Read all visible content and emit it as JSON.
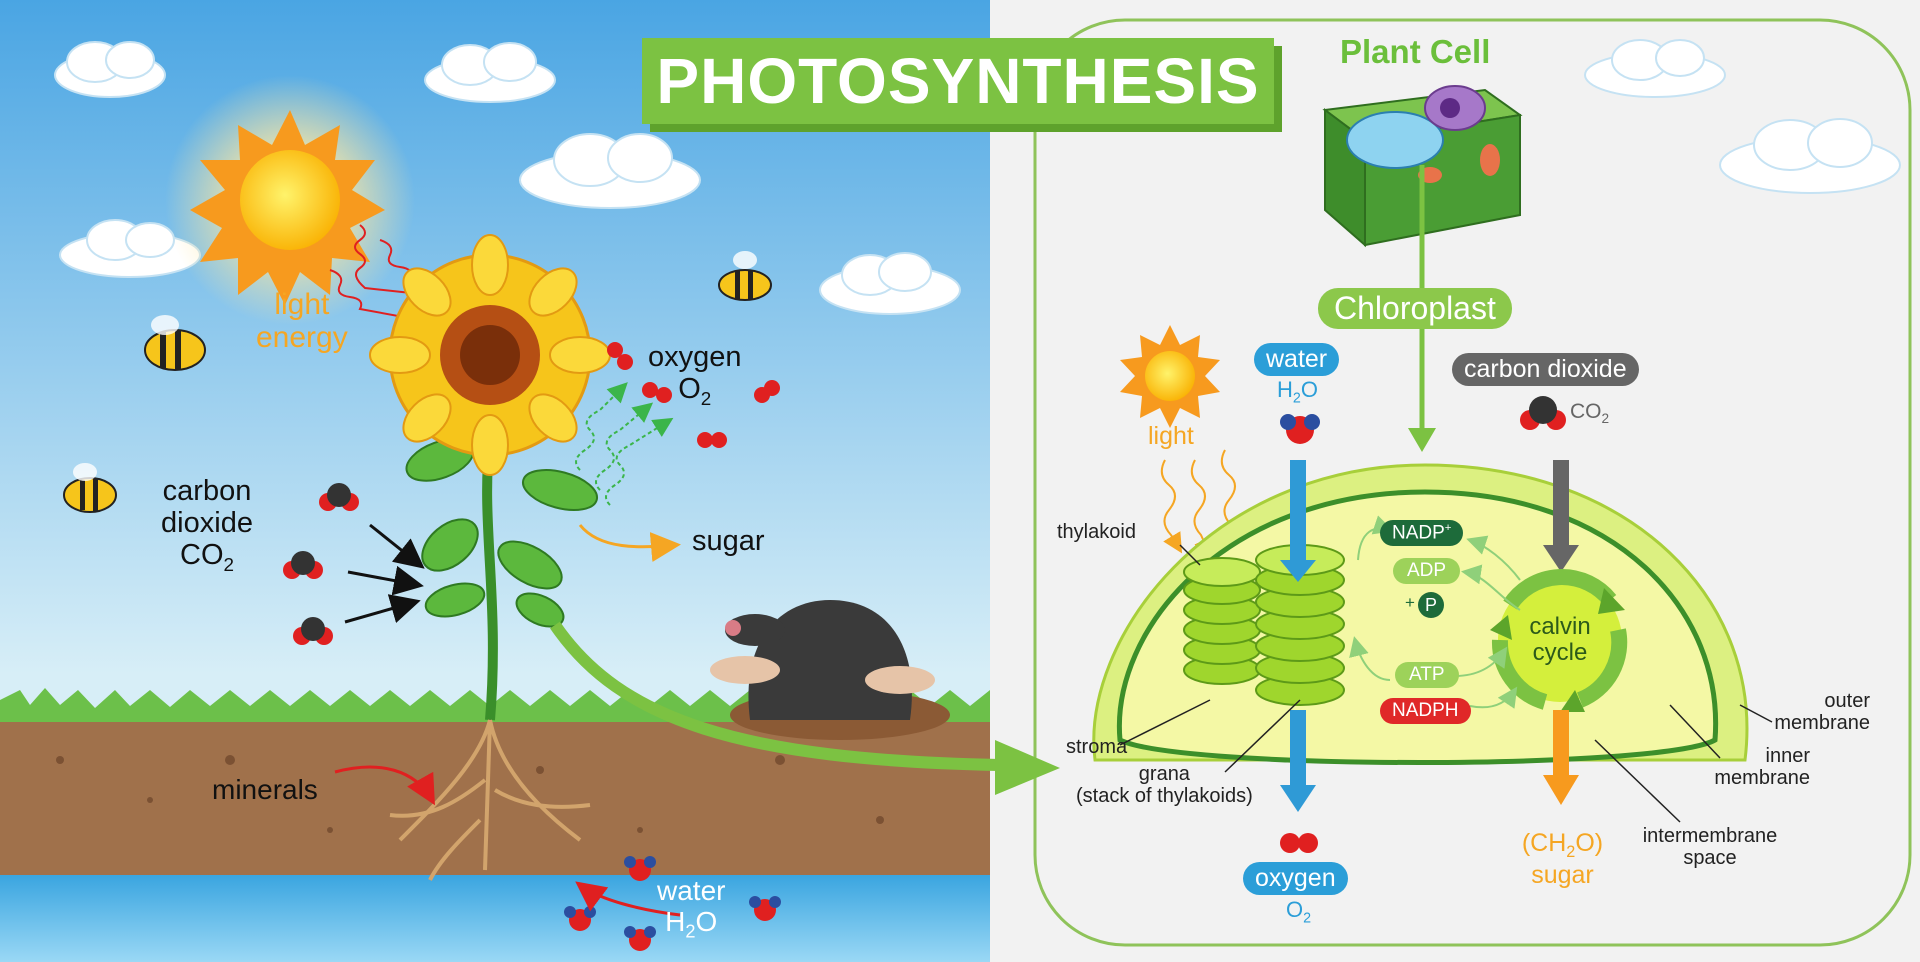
{
  "title": "PHOTOSYNTHESIS",
  "colors": {
    "sky_top": "#4aa5e3",
    "sky_bottom": "#d7eef7",
    "title_green": "#7cc242",
    "soil": "#a0714b",
    "water": "#5bb9ea",
    "panel_bg": "#f2f2f2"
  },
  "plant_side": {
    "light_energy": [
      "light",
      "energy"
    ],
    "oxygen": {
      "word": "oxygen",
      "formula": "O",
      "sub": "2"
    },
    "carbon_dioxide": {
      "line1": "carbon",
      "line2": "dioxide",
      "formula": "CO",
      "sub": "2"
    },
    "sugar": "sugar",
    "minerals": "minerals",
    "water": {
      "word": "water",
      "formula_a": "H",
      "sub": "2",
      "formula_b": "O"
    }
  },
  "cell_side": {
    "plant_cell": "Plant Cell",
    "chloroplast": "Chloroplast",
    "water": {
      "word": "water",
      "formula_a": "H",
      "sub": "2",
      "formula_b": "O"
    },
    "carbon_dioxide": {
      "word": "carbon dioxide",
      "formula": "CO",
      "sub": "2"
    },
    "light": "light",
    "thylakoid": "thylakoid",
    "nadp": {
      "text": "NADP",
      "sup": "+"
    },
    "adp": "ADP",
    "p_plus": "+",
    "p": "P",
    "calvin": [
      "calvin",
      "cycle"
    ],
    "atp": "ATP",
    "nadph": "NADPH",
    "stroma": "stroma",
    "grana": [
      "grana",
      "(stack of thylakoids)"
    ],
    "outer_membrane": [
      "outer",
      "membrane"
    ],
    "inner_membrane": [
      "inner",
      "membrane"
    ],
    "intermembrane_space": [
      "intermembrane",
      "space"
    ],
    "oxygen": {
      "word": "oxygen",
      "formula": "O",
      "sub": "2"
    },
    "sugar": {
      "formula_a": "(CH",
      "sub": "2",
      "formula_b": "O)",
      "word": "sugar"
    }
  }
}
